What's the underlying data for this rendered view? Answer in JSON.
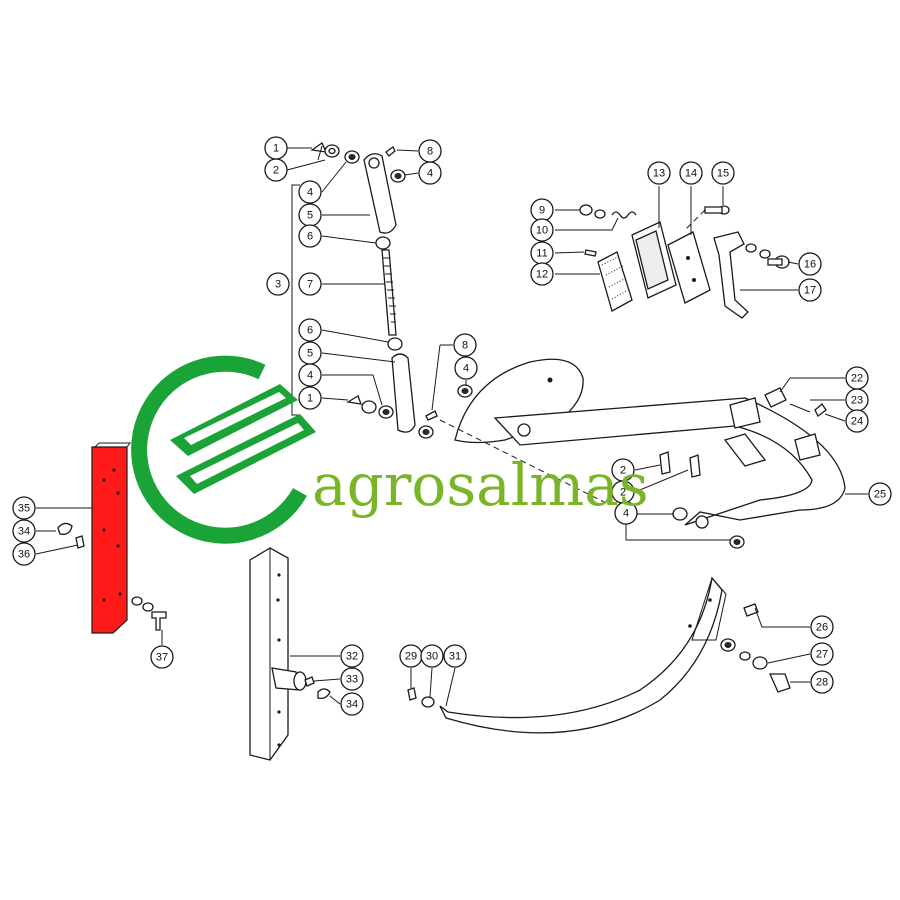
{
  "brand": {
    "name": "agrosalmas",
    "color": "#7ab527",
    "logo_color": "#1aa336"
  },
  "colors": {
    "highlight": "#ff1a1a",
    "line": "#1a1a1a"
  },
  "callouts": [
    {
      "id": "c1a",
      "label": "1"
    },
    {
      "id": "c2a",
      "label": "2"
    },
    {
      "id": "c8a",
      "label": "8"
    },
    {
      "id": "c4a",
      "label": "4"
    },
    {
      "id": "c4b",
      "label": "4"
    },
    {
      "id": "c5a",
      "label": "5"
    },
    {
      "id": "c6a",
      "label": "6"
    },
    {
      "id": "c3",
      "label": "3"
    },
    {
      "id": "c7",
      "label": "7"
    },
    {
      "id": "c6b",
      "label": "6"
    },
    {
      "id": "c5b",
      "label": "5"
    },
    {
      "id": "c4c",
      "label": "4"
    },
    {
      "id": "c1b",
      "label": "1"
    },
    {
      "id": "c8b",
      "label": "8"
    },
    {
      "id": "c4d",
      "label": "4"
    },
    {
      "id": "c9",
      "label": "9"
    },
    {
      "id": "c10",
      "label": "10"
    },
    {
      "id": "c11",
      "label": "11"
    },
    {
      "id": "c12",
      "label": "12"
    },
    {
      "id": "c13",
      "label": "13"
    },
    {
      "id": "c14",
      "label": "14"
    },
    {
      "id": "c15",
      "label": "15"
    },
    {
      "id": "c16",
      "label": "16"
    },
    {
      "id": "c17",
      "label": "17"
    },
    {
      "id": "c22",
      "label": "22"
    },
    {
      "id": "c23",
      "label": "23"
    },
    {
      "id": "c24",
      "label": "24"
    },
    {
      "id": "c25",
      "label": "25"
    },
    {
      "id": "c2b",
      "label": "2"
    },
    {
      "id": "c2c",
      "label": "2"
    },
    {
      "id": "c4e",
      "label": "4"
    },
    {
      "id": "c35",
      "label": "35"
    },
    {
      "id": "c34a",
      "label": "34"
    },
    {
      "id": "c36",
      "label": "36"
    },
    {
      "id": "c37",
      "label": "37"
    },
    {
      "id": "c32",
      "label": "32"
    },
    {
      "id": "c33",
      "label": "33"
    },
    {
      "id": "c34b",
      "label": "34"
    },
    {
      "id": "c29",
      "label": "29"
    },
    {
      "id": "c30",
      "label": "30"
    },
    {
      "id": "c31",
      "label": "31"
    },
    {
      "id": "c26",
      "label": "26"
    },
    {
      "id": "c27",
      "label": "27"
    },
    {
      "id": "c28",
      "label": "28"
    }
  ]
}
